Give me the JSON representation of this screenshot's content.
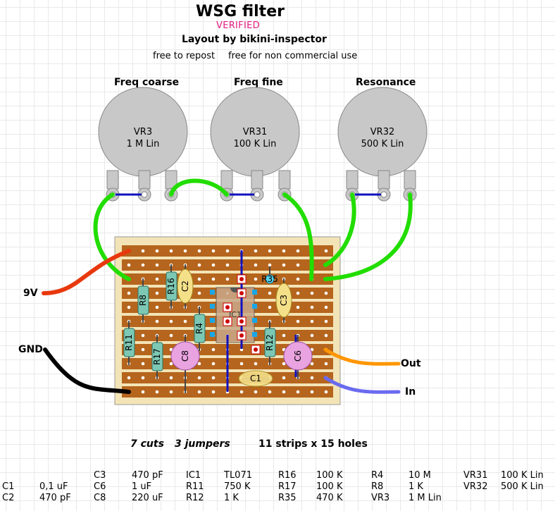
{
  "header": {
    "title": "WSG filter",
    "status": "VERIFIED",
    "byline": "Layout by bikini-inspector",
    "repost": "free to repost",
    "license": "free for non commercial use"
  },
  "pots": [
    {
      "label": "Freq coarse",
      "ref": "VR3",
      "value": "1 M Lin"
    },
    {
      "label": "Freq fine",
      "ref": "VR31",
      "value": "100 K Lin"
    },
    {
      "label": "Resonance",
      "ref": "VR32",
      "value": "500 K Lin"
    }
  ],
  "io": {
    "power": "9V",
    "ground": "GND",
    "output": "Out",
    "input": "In"
  },
  "components": {
    "R8": "R8",
    "R16": "R16",
    "C2": "C2",
    "R35": "R35",
    "C3": "C3",
    "R4": "R4",
    "R11": "R11",
    "R17": "R17",
    "C8": "C8",
    "R12": "R12",
    "C6": "C6",
    "C1": "C1",
    "IC1": "IC1"
  },
  "summary": {
    "cuts": "7 cuts",
    "jumpers": "3 jumpers",
    "board": "11 strips x 15 holes"
  },
  "bom": [
    [
      [
        "C3",
        "470 pF"
      ],
      [
        "IC1",
        "TL071"
      ],
      [
        "R16",
        "100 K"
      ],
      [
        "R4",
        "10 M"
      ],
      [
        "VR31",
        "100 K Lin"
      ]
    ],
    [
      [
        "C1",
        "0,1 uF"
      ],
      [
        "C6",
        "1 uF"
      ],
      [
        "R11",
        "750 K"
      ],
      [
        "R17",
        "100 K"
      ],
      [
        "R8",
        "1 K"
      ],
      [
        "VR32",
        "500 K Lin"
      ]
    ],
    [
      [
        "C2",
        "470 pF"
      ],
      [
        "C8",
        "220 uF"
      ],
      [
        "R12",
        "1 K"
      ],
      [
        "R35",
        "470 K"
      ],
      [
        "VR3",
        "1 M Lin"
      ]
    ]
  ],
  "colors": {
    "strip": "#b5651d",
    "board": "#f3e4b7",
    "pot": "#c8c8c8",
    "wire_green": "#22dd00",
    "wire_red": "#e8380d",
    "wire_black": "#000000",
    "wire_orange": "#ff9600",
    "wire_blue": "#6a6af0",
    "jumper": "#1010c0",
    "verified": "#e0197f"
  }
}
